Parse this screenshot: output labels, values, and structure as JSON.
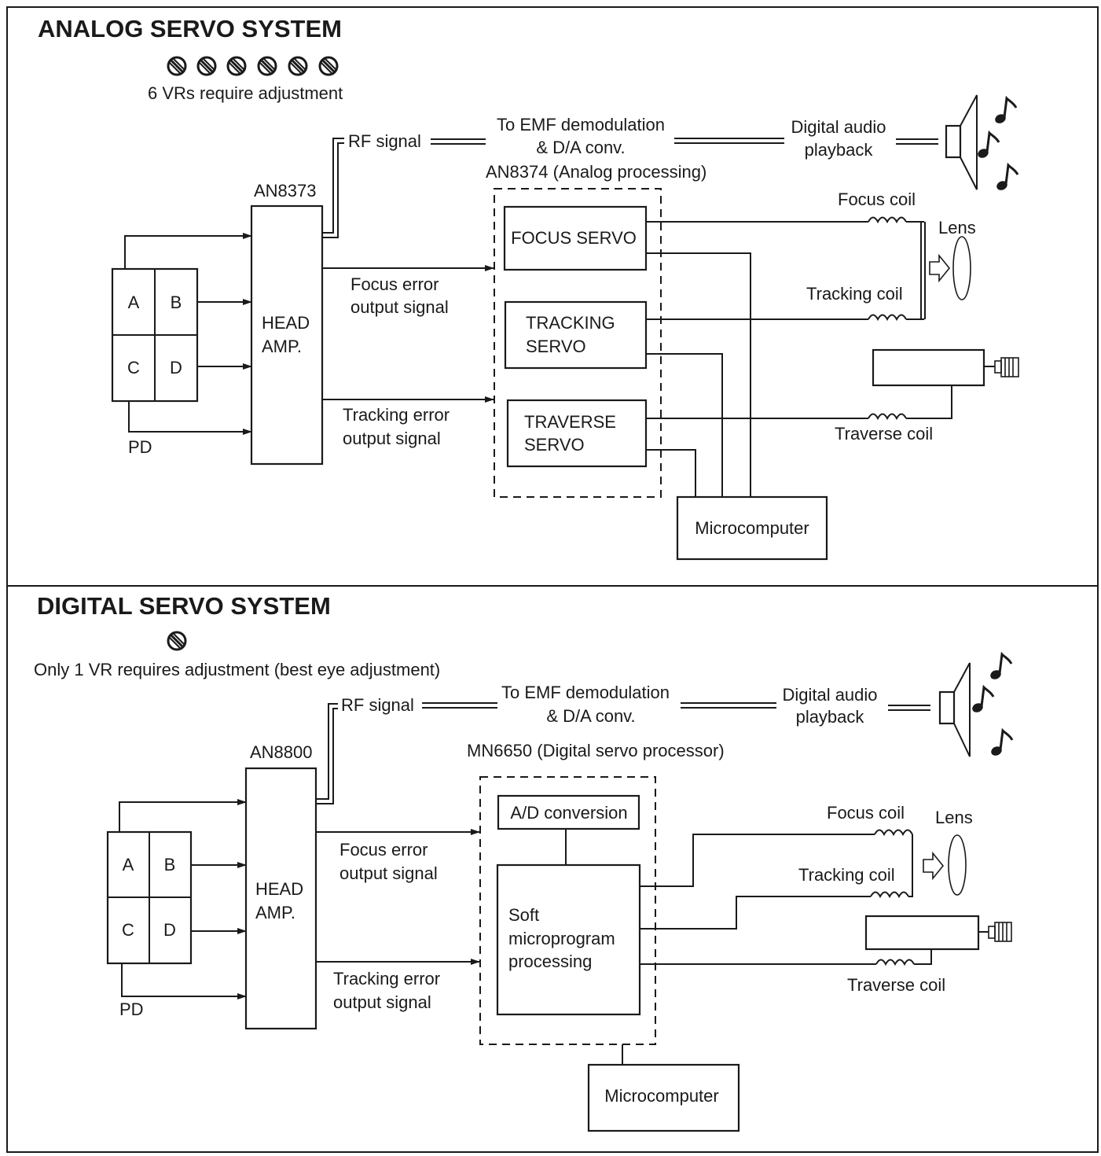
{
  "colors": {
    "ink": "#1a1a1a",
    "paper": "#ffffff"
  },
  "analog": {
    "title": "ANALOG SERVO SYSTEM",
    "vr_count": 6,
    "vr_note": "6 VRs require adjustment",
    "pd": {
      "a": "A",
      "b": "B",
      "c": "C",
      "d": "D",
      "label": "PD"
    },
    "head_amp_chip": "AN8373",
    "head_amp_line1": "HEAD",
    "head_amp_line2": "AMP.",
    "rf_signal": "RF signal",
    "emf_line1": "To EMF demodulation",
    "emf_line2": "& D/A conv.",
    "audio_line1": "Digital audio",
    "audio_line2": "playback",
    "processor": "AN8374 (Analog processing)",
    "focus_servo": "FOCUS SERVO",
    "tracking_servo_line1": "TRACKING",
    "tracking_servo_line2": "SERVO",
    "traverse_servo_line1": "TRAVERSE",
    "traverse_servo_line2": "SERVO",
    "focus_error_line1": "Focus error",
    "focus_error_line2": "output signal",
    "tracking_error_line1": "Tracking error",
    "tracking_error_line2": "output signal",
    "focus_coil": "Focus coil",
    "tracking_coil": "Tracking coil",
    "traverse_coil": "Traverse coil",
    "lens": "Lens",
    "microcomputer": "Microcomputer"
  },
  "digital": {
    "title": "DIGITAL SERVO SYSTEM",
    "vr_count": 1,
    "vr_note": "Only 1 VR requires adjustment (best eye adjustment)",
    "pd": {
      "a": "A",
      "b": "B",
      "c": "C",
      "d": "D",
      "label": "PD"
    },
    "head_amp_chip": "AN8800",
    "head_amp_line1": "HEAD",
    "head_amp_line2": "AMP.",
    "rf_signal": "RF signal",
    "emf_line1": "To EMF demodulation",
    "emf_line2": "& D/A conv.",
    "audio_line1": "Digital audio",
    "audio_line2": "playback",
    "processor": "MN6650 (Digital servo processor)",
    "ad_conversion": "A/D conversion",
    "soft_line1": "Soft",
    "soft_line2": "microprogram",
    "soft_line3": "processing",
    "focus_error_line1": "Focus error",
    "focus_error_line2": "output signal",
    "tracking_error_line1": "Tracking error",
    "tracking_error_line2": "output signal",
    "focus_coil": "Focus coil",
    "tracking_coil": "Tracking coil",
    "traverse_coil": "Traverse coil",
    "lens": "Lens",
    "microcomputer": "Microcomputer"
  }
}
